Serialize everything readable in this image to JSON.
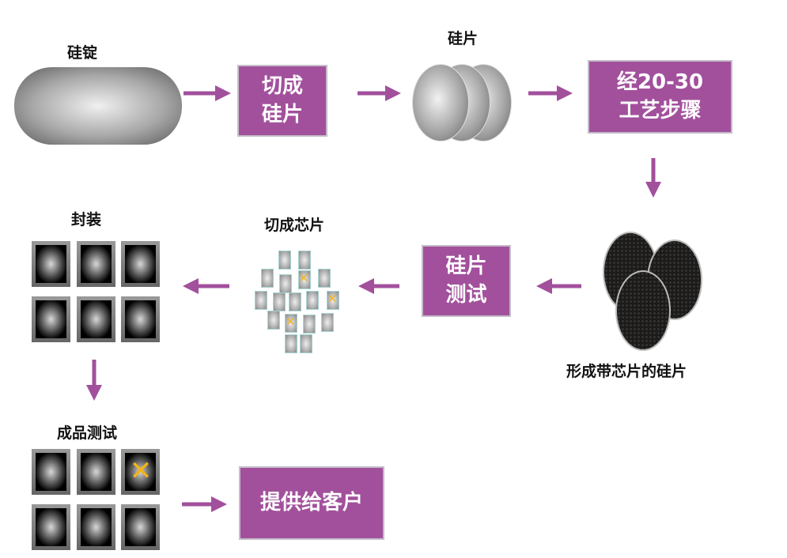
{
  "labels": {
    "ingot": "硅锭",
    "wafer": "硅片",
    "dicing": "切成芯片",
    "packaging": "封装",
    "wafer_with_chips": "形成带芯片的硅片",
    "final_test": "成品测试"
  },
  "boxes": {
    "cut_wafer": [
      "切成",
      "硅片"
    ],
    "process": [
      "经20-30",
      "工艺步骤"
    ],
    "wafer_test": [
      "硅片",
      "测试"
    ],
    "deliver": [
      "提供给客户"
    ]
  },
  "colors": {
    "accent": "#a2509c",
    "defect": "#f3b41a"
  },
  "defect_mark": "✕"
}
